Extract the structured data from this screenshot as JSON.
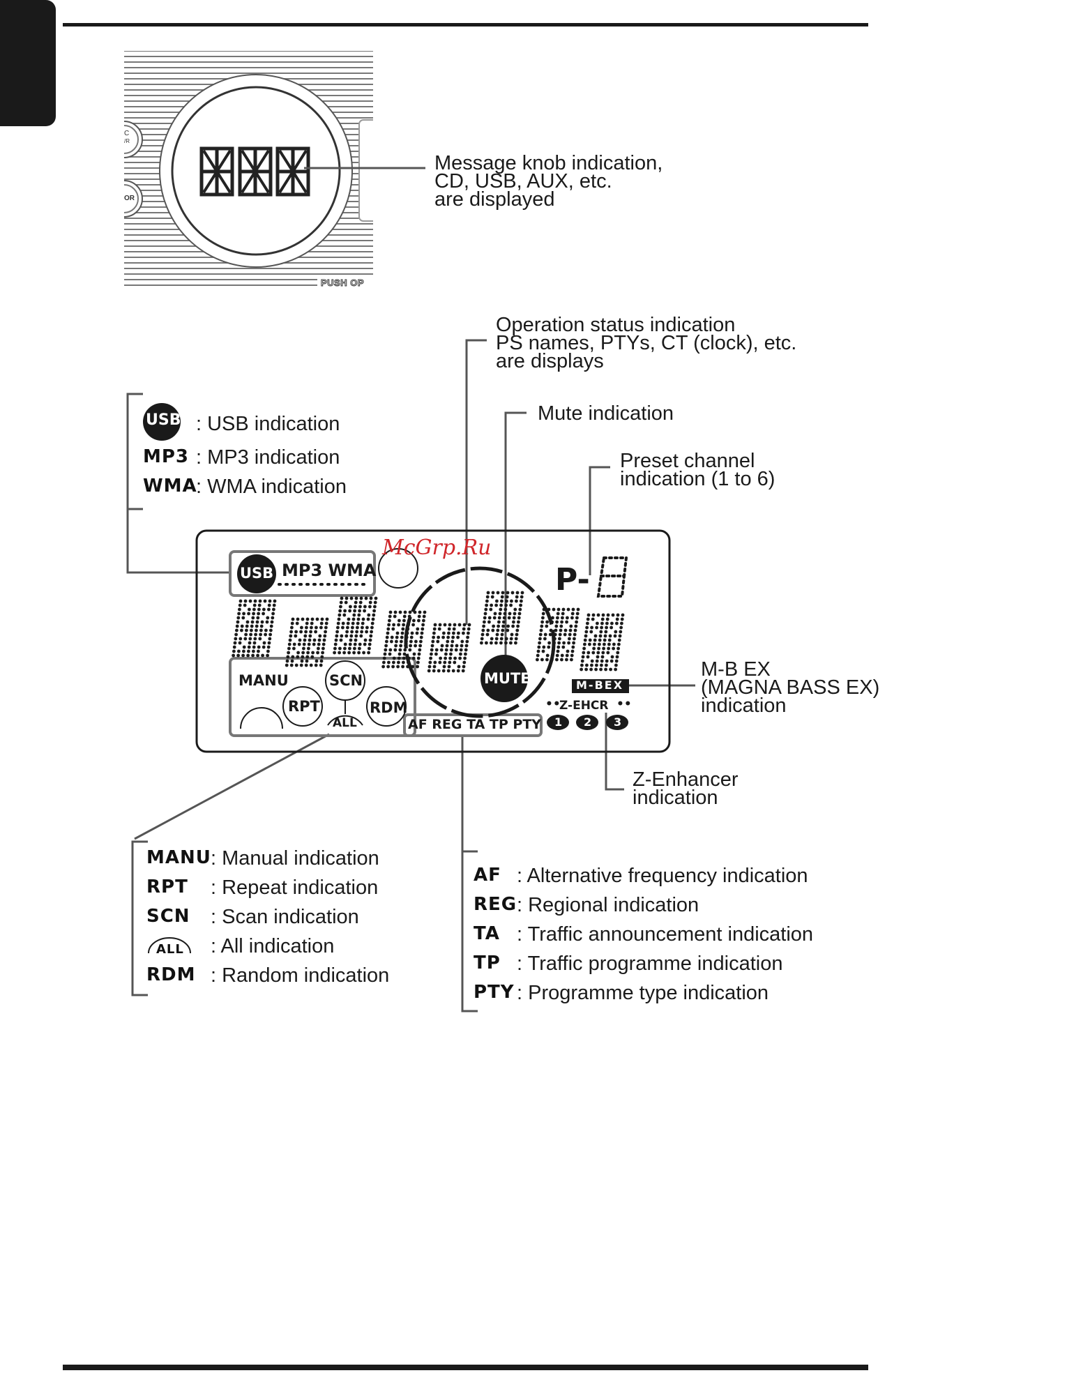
{
  "knob": {
    "push_label": "PUSH OP",
    "btn1_label": "C",
    "btn1_sub": "/R",
    "btn2_label": "OR",
    "callout": [
      "Message knob indication,",
      "CD, USB, AUX, etc.",
      "are displayed"
    ]
  },
  "callouts": {
    "operation_status": [
      "Operation status indication",
      "PS names, PTYs, CT (clock), etc.",
      "are displays"
    ],
    "mute": "Mute indication",
    "preset": [
      "Preset channel",
      "indication (1 to 6)"
    ],
    "mbex": [
      "M-B EX",
      "(MAGNA BASS EX)",
      "indication"
    ],
    "zenhancer": [
      "Z-Enhancer",
      "indication"
    ]
  },
  "format_legend": [
    {
      "code": "USB",
      "desc": ": USB indication"
    },
    {
      "code": "MP3",
      "desc": ": MP3 indication"
    },
    {
      "code": "WMA",
      "desc": ": WMA indication"
    }
  ],
  "play_mode_legend": [
    {
      "code": "MANU",
      "desc": ": Manual indication"
    },
    {
      "code": "RPT",
      "desc": ": Repeat indication"
    },
    {
      "code": "SCN",
      "desc": ": Scan indication"
    },
    {
      "code": "ALL",
      "desc": ": All indication"
    },
    {
      "code": "RDM",
      "desc": ": Random indication"
    }
  ],
  "rds_legend": [
    {
      "code": "AF",
      "desc": ": Alternative frequency indication"
    },
    {
      "code": "REG",
      "desc": ": Regional indication"
    },
    {
      "code": "TA",
      "desc": ": Traffic announcement indication"
    },
    {
      "code": "TP",
      "desc": ": Traffic programme indication"
    },
    {
      "code": "PTY",
      "desc": ": Programme type indication"
    }
  ],
  "lcd": {
    "watermark": "McGrp.Ru",
    "usb": "USB",
    "mp3_wma": "MP3 WMA",
    "p_label": "P-",
    "manu": "MANU",
    "scn": "SCN",
    "rpt": "RPT",
    "rdm": "RDM",
    "all": "ALL",
    "mute": "MUTE",
    "mbex": "M-BEX",
    "zenh": "Z-EHCR",
    "z_nums": [
      "1",
      "2",
      "3"
    ],
    "rds_bar": "AF REG TA TP PTY"
  },
  "colors": {
    "ink": "#1a1a1a",
    "leader": "#555555",
    "frame_gray": "#777777",
    "watermark": "#d0262a"
  }
}
